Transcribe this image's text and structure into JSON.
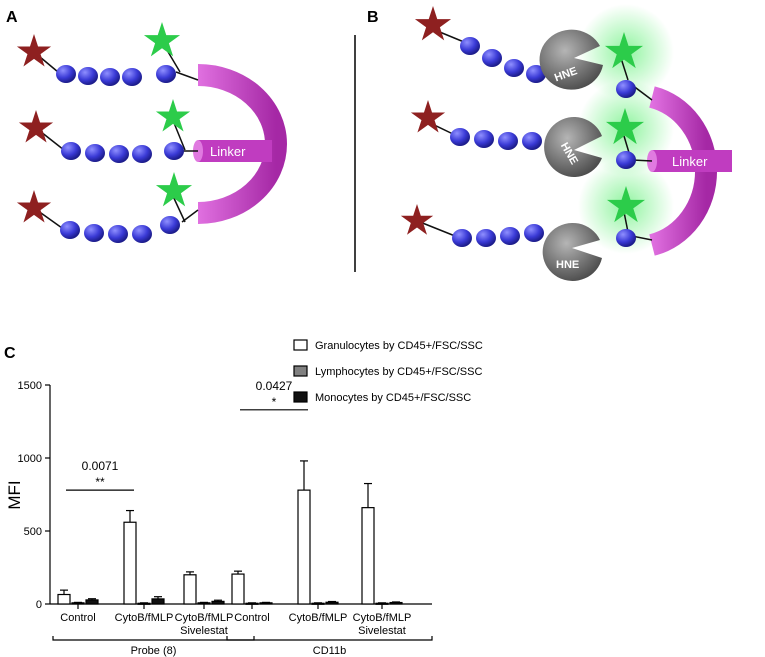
{
  "panels": {
    "a_label": "A",
    "b_label": "B",
    "c_label": "C"
  },
  "diagram_a": {
    "linker_label": "Linker"
  },
  "diagram_b": {
    "linker_label": "Linker",
    "enzyme_label": "HNE"
  },
  "colors": {
    "magenta_linker": "#cc44cc",
    "peptide_bead": "#3a3ad6",
    "quencher_star": "#8e2020",
    "fluor_star": "#2ccc4a",
    "glow": "#7cf28e",
    "enzyme": "#6b6b6b"
  },
  "chart_data": {
    "type": "bar",
    "ylabel": "MFI",
    "ylim": [
      0,
      1500
    ],
    "yticks": [
      0,
      500,
      1000,
      1500
    ],
    "categories": [
      {
        "label": "Control",
        "label2": ""
      },
      {
        "label": "CytoB/fMLP",
        "label2": ""
      },
      {
        "label": "CytoB/fMLP",
        "label2": "Sivelestat"
      },
      {
        "label": "Control",
        "label2": ""
      },
      {
        "label": "CytoB/fMLP",
        "label2": ""
      },
      {
        "label": "CytoB/fMLP",
        "label2": "Sivelestat"
      }
    ],
    "groups": [
      {
        "label": "Probe (8)",
        "categories": [
          0,
          1,
          2
        ]
      },
      {
        "label": "CD11b",
        "categories": [
          3,
          4,
          5
        ]
      }
    ],
    "series": [
      {
        "name": "Granulocytes by CD45+/FSC/SSC",
        "color": "#ffffff",
        "values": [
          65,
          560,
          200,
          205,
          780,
          660
        ],
        "errors": [
          30,
          80,
          20,
          20,
          200,
          165
        ]
      },
      {
        "name": "Lymphocytes by CD45+/FSC/SSC",
        "color": "#808080",
        "values": [
          8,
          5,
          8,
          5,
          5,
          5
        ],
        "errors": [
          3,
          3,
          3,
          3,
          3,
          3
        ]
      },
      {
        "name": "Monocytes by CD45+/FSC/SSC",
        "color": "#111111",
        "values": [
          28,
          35,
          18,
          8,
          12,
          10
        ],
        "errors": [
          8,
          15,
          8,
          3,
          5,
          4
        ]
      }
    ],
    "annotations": [
      {
        "value": "0.0071",
        "stars": "**",
        "from_category": 0,
        "to_category": 1,
        "level": 780
      },
      {
        "value": "0.0427",
        "stars": "*",
        "from_category": 3,
        "to_category": 4,
        "level": 1330
      }
    ]
  }
}
